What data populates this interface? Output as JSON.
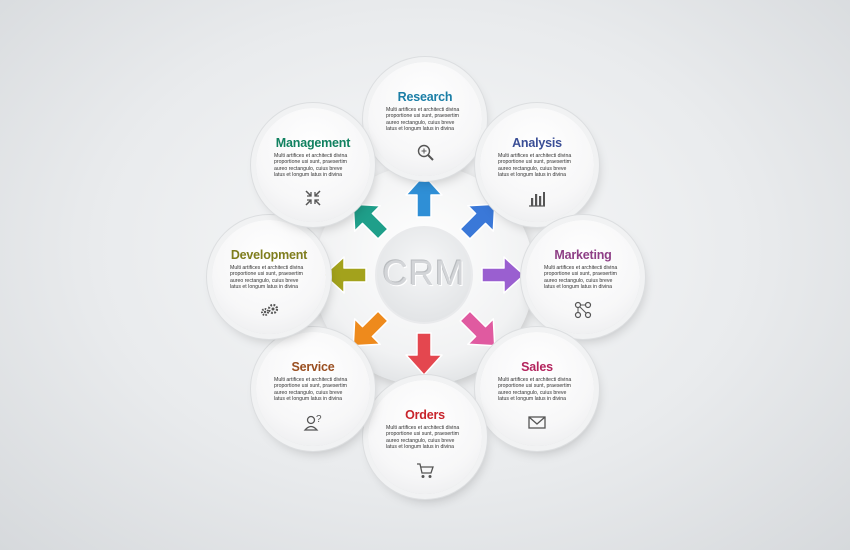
{
  "hub": {
    "title": "CRM"
  },
  "nodes": [
    {
      "key": "research",
      "title": "Research",
      "color": "#1b7ea6",
      "icon": "magnifier-icon",
      "text": "Multi artifices et architecti divina proportione usi sunt, praesertim aureo rectangulo, cuius breve latus et longum latus in divina"
    },
    {
      "key": "analysis",
      "title": "Analysis",
      "color": "#3a4e96",
      "icon": "bar-chart-icon",
      "text": "Multi artifices et architecti divina proportione usi sunt, praesertim aureo rectangulo, cuius breve latus et longum latus in divina"
    },
    {
      "key": "marketing",
      "title": "Marketing",
      "color": "#8e3f86",
      "icon": "network-icon",
      "text": "Multi artifices et architecti divina proportione usi sunt, praesertim aureo rectangulo, cuius breve latus et longum latus in divina"
    },
    {
      "key": "sales",
      "title": "Sales",
      "color": "#b3245d",
      "icon": "envelope-icon",
      "text": "Multi artifices et architecti divina proportione usi sunt, praesertim aureo rectangulo, cuius breve latus et longum latus in divina"
    },
    {
      "key": "orders",
      "title": "Orders",
      "color": "#c8242b",
      "icon": "cart-icon",
      "text": "Multi artifices et architecti divina proportione usi sunt, praesertim aureo rectangulo, cuius breve latus et longum latus in divina"
    },
    {
      "key": "service",
      "title": "Service",
      "color": "#9a4f21",
      "icon": "support-user-icon",
      "text": "Multi artifices et architecti divina proportione usi sunt, praesertim aureo rectangulo, cuius breve latus et longum latus in divina"
    },
    {
      "key": "development",
      "title": "Development",
      "color": "#7f7d1d",
      "icon": "gears-icon",
      "text": "Multi artifices et architecti divina proportione usi sunt, praesertim aureo rectangulo, cuius breve latus et longum latus in divina"
    },
    {
      "key": "management",
      "title": "Management",
      "color": "#118160",
      "icon": "arrows-converge-icon",
      "text": "Multi artifices et architecti divina proportione usi sunt, praesertim aureo rectangulo, cuius breve latus et longum latus in divina"
    }
  ],
  "arrows": [
    {
      "direction": "up",
      "color": "#2f8fd6"
    },
    {
      "direction": "up-right",
      "color": "#3a78d8"
    },
    {
      "direction": "right",
      "color": "#9a5fd0"
    },
    {
      "direction": "down-right",
      "color": "#e05aa0"
    },
    {
      "direction": "down",
      "color": "#e4474f"
    },
    {
      "direction": "down-left",
      "color": "#ee8a1c"
    },
    {
      "direction": "left",
      "color": "#a3a21c"
    },
    {
      "direction": "up-left",
      "color": "#1f9f8a"
    }
  ]
}
